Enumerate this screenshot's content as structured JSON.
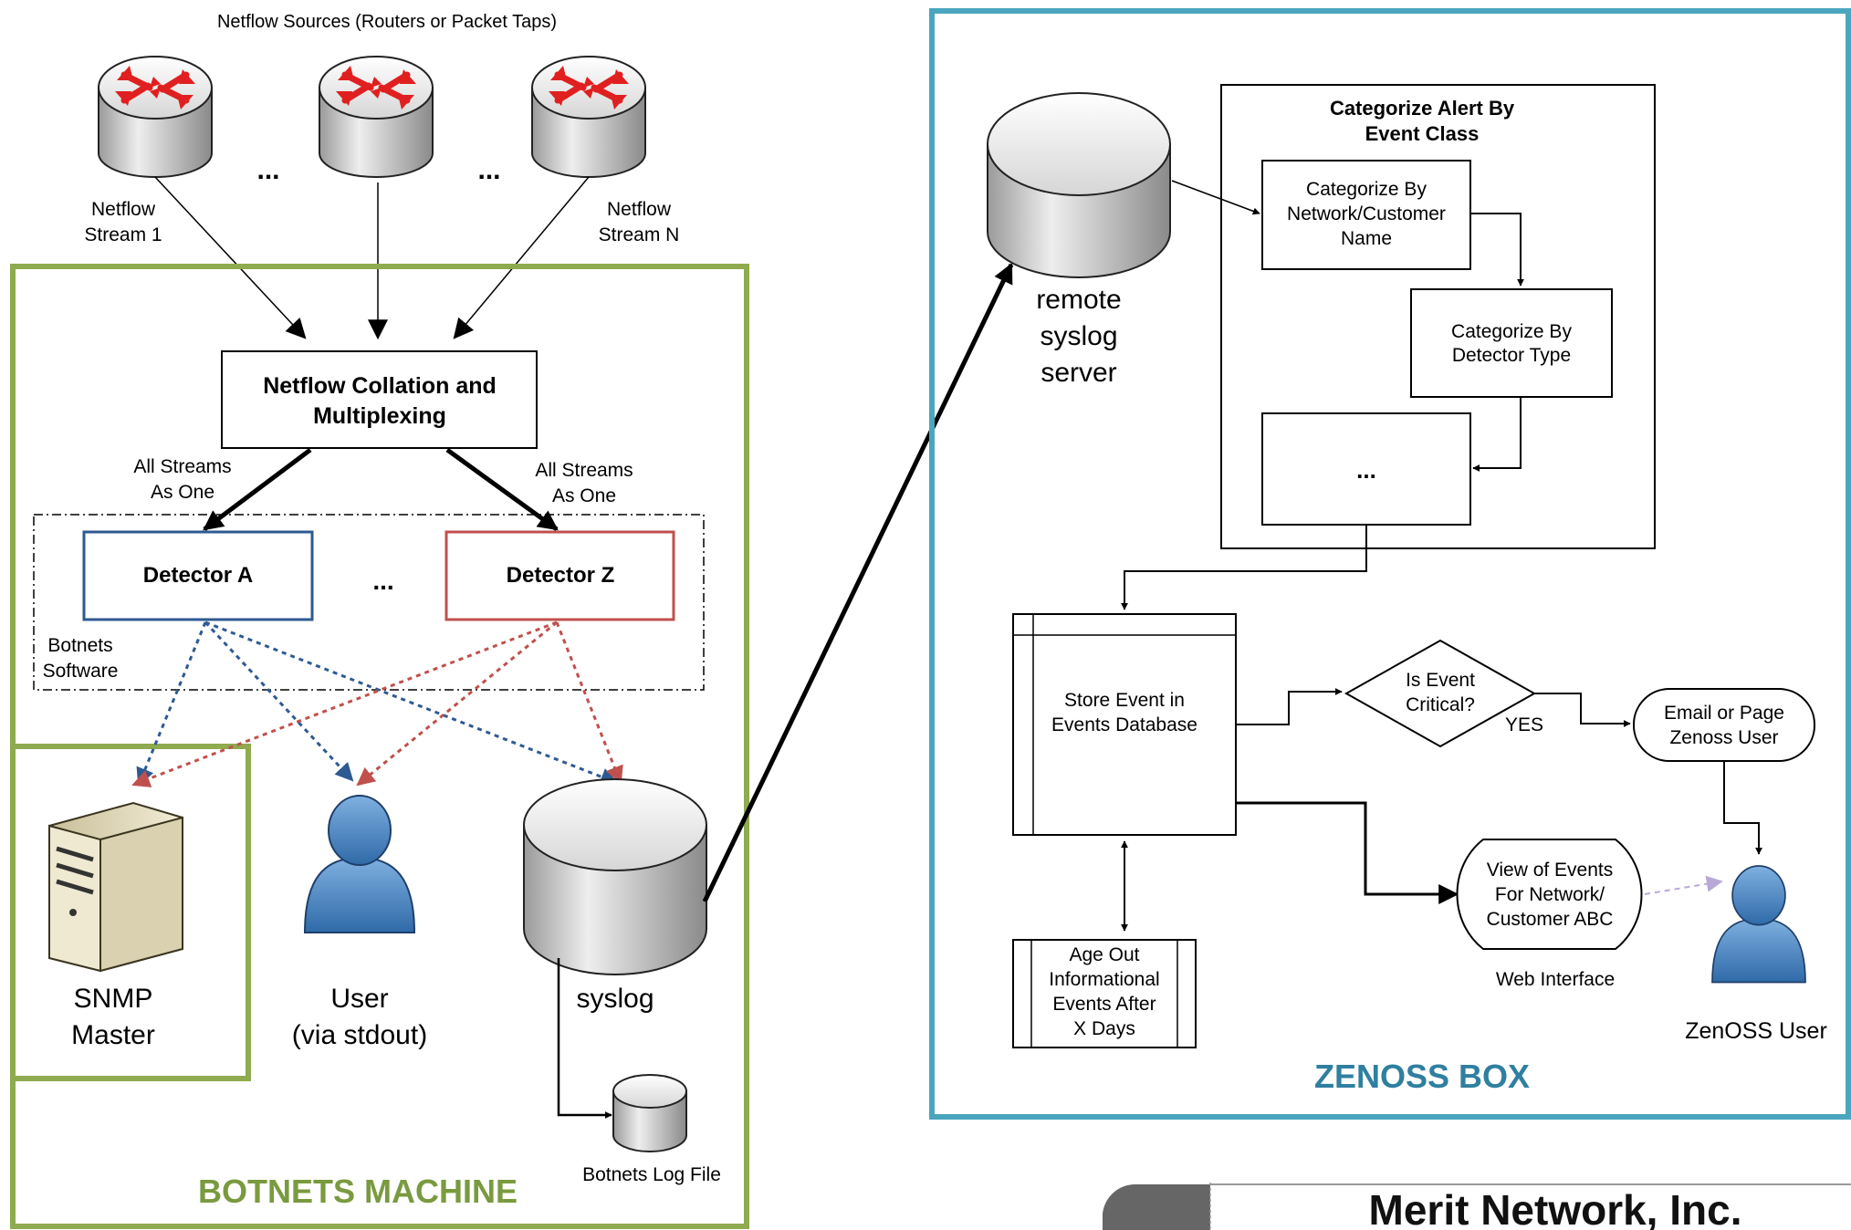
{
  "colors": {
    "botnets_border": "#8faa4f",
    "zenoss_border": "#4aa6bf",
    "detector_a": "#2e5a92",
    "detector_z": "#c0504d",
    "section_title_green": "#7a9a3f",
    "section_title_blue": "#2f7fa0",
    "user_blue": "#4b86c6",
    "blue_dots": "#3b5f9a",
    "red_dots": "#c0504d"
  },
  "header": {
    "netflow_sources": "Netflow Sources (Routers or Packet Taps)"
  },
  "sources": {
    "ellipsis_1": "...",
    "ellipsis_2": "...",
    "stream_1_line1": "Netflow",
    "stream_1_line2": "Stream 1",
    "stream_n_line1": "Netflow",
    "stream_n_line2": "Stream N"
  },
  "botnets": {
    "collation_line1": "Netflow Collation and",
    "collation_line2": "Multiplexing",
    "all_streams_left_1": "All Streams",
    "all_streams_left_2": "As One",
    "all_streams_right_1": "All Streams",
    "all_streams_right_2": "As One",
    "detector_a": "Detector A",
    "detector_z": "Detector Z",
    "detector_ellipsis": "...",
    "software_line1": "Botnets",
    "software_line2": "Software",
    "snmp_line1": "SNMP",
    "snmp_line2": "Master",
    "user_line1": "User",
    "user_line2": "(via stdout)",
    "syslog": "syslog",
    "log_file": "Botnets Log File",
    "title": "BOTNETS MACHINE"
  },
  "zenoss": {
    "remote_line1": "remote",
    "remote_line2": "syslog",
    "remote_line3": "server",
    "categorize_title_1": "Categorize Alert By",
    "categorize_title_2": "Event Class",
    "by_network_1": "Categorize By",
    "by_network_2": "Network/Customer",
    "by_network_3": "Name",
    "by_detector_1": "Categorize By",
    "by_detector_2": "Detector Type",
    "more": "...",
    "store_1": "Store Event in",
    "store_2": "Events Database",
    "critical_1": "Is Event",
    "critical_2": "Critical?",
    "yes": "YES",
    "email_1": "Email or Page",
    "email_2": "Zenoss User",
    "view_1": "View of Events",
    "view_2": "For Network/",
    "view_3": "Customer ABC",
    "web_interface": "Web Interface",
    "age_1": "Age Out",
    "age_2": "Informational",
    "age_3": "Events After",
    "age_4": "X Days",
    "zenoss_user": "ZenOSS User",
    "title": "ZENOSS BOX"
  },
  "merit": {
    "name": "Merit Network, Inc."
  }
}
